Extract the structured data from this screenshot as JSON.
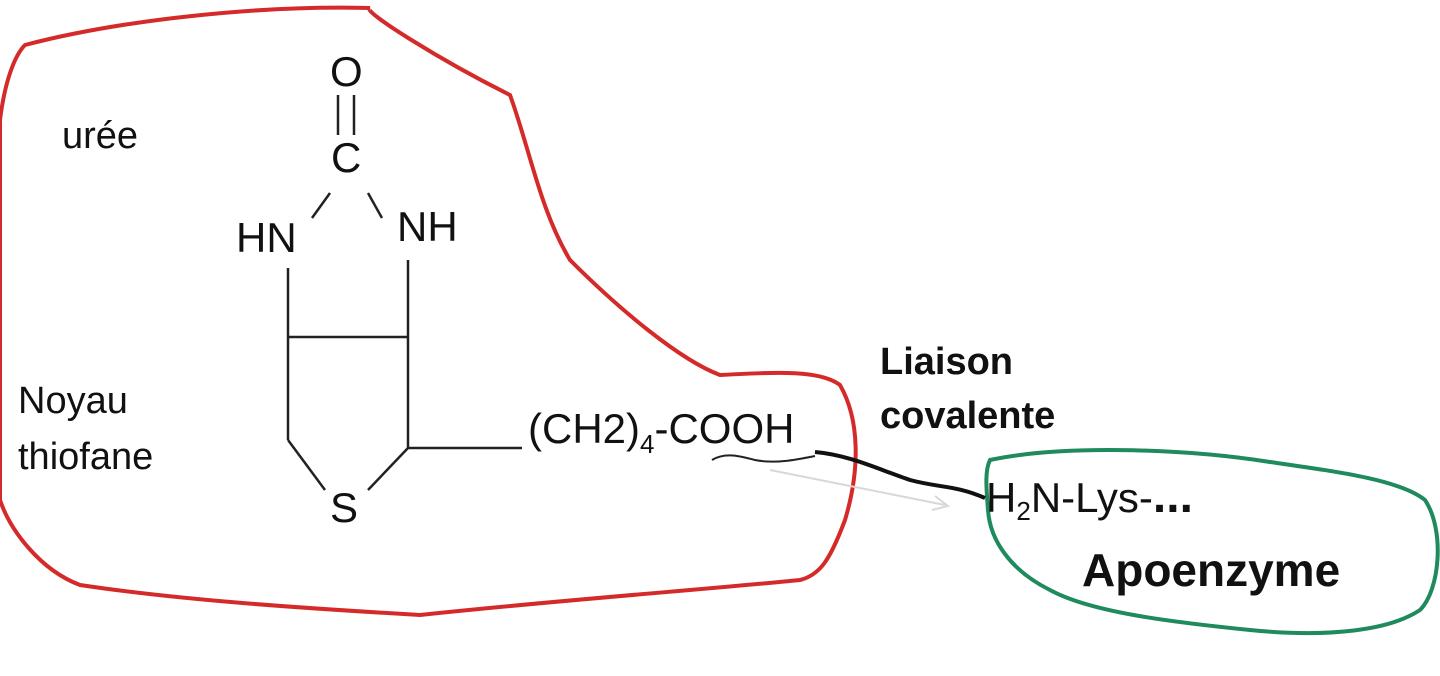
{
  "labels": {
    "uree": "urée",
    "noyau_line1": "Noyau",
    "noyau_line2": "thiofane",
    "liaison_line1": "Liaison",
    "liaison_line2": "covalente",
    "apoenzyme": "Apoenzyme"
  },
  "molecule": {
    "oxygen": "O",
    "carbon": "C",
    "nh_left": "HN",
    "nh_right": "NH",
    "sulfur": "S",
    "chain_prefix": "(CH2)",
    "chain_subscript": "4",
    "chain_suffix": "-COOH"
  },
  "apoenzyme_group": {
    "h": "H",
    "h_subscript": "2",
    "rest": "N-Lys-",
    "ellipsis": "..."
  },
  "colors": {
    "biotin_outline": "#d42a2a",
    "apoenzyme_outline": "#1f8a5c",
    "covalent_link": "#111111"
  }
}
